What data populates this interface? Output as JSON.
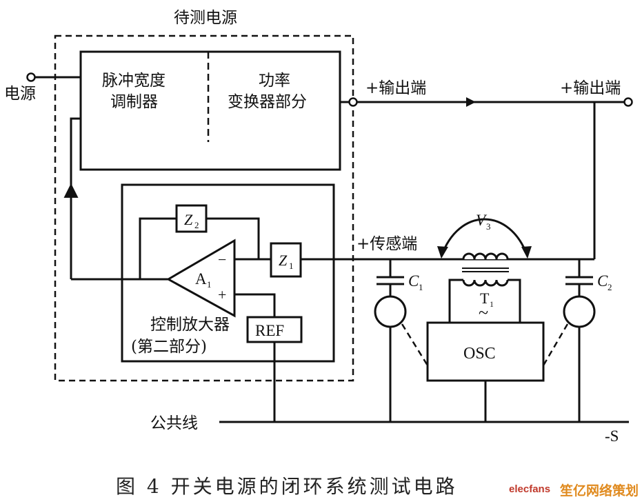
{
  "dut_label": "待测电源",
  "power_source_label": "电源",
  "pwm_label_line1": "脉冲宽度",
  "pwm_label_line2": "调制器",
  "power_converter_line1": "功率",
  "power_converter_line2": "变换器部分",
  "output_left_label": "+输出端",
  "output_right_label": "+输出端",
  "sense_label": "+传感端",
  "z2_label": "Z",
  "z2_sub": "2",
  "z1_label": "Z",
  "z1_sub": "1",
  "amp_label": "A",
  "amp_sub": "1",
  "minus_sign": "−",
  "plus_sign": "+",
  "ref_label": "REF",
  "control_amp_line1": "控制放大器",
  "control_amp_line2": "(第二部分)",
  "v3_label": "V",
  "v3_sub": "3",
  "t1_label": "T",
  "t1_sub": "1",
  "tilde": "~",
  "c1_label": "C",
  "c1_sub": "1",
  "c2_label": "C",
  "c2_sub": "2",
  "osc_label": "OSC",
  "common_line_label": "公共线",
  "neg_s_label": "-S",
  "caption": "图 4    开关电源的闭环系统测试电路",
  "watermark_left": "elecfans",
  "watermark_right": "笙亿网络策划"
}
